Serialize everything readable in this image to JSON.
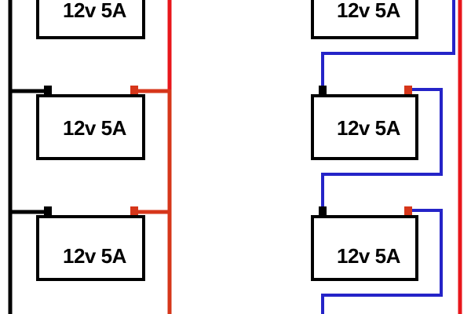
{
  "diagram": {
    "left_group": {
      "batteries": [
        {
          "label": "12v 5A"
        },
        {
          "label": "12v 5A"
        },
        {
          "label": "12v 5A"
        }
      ]
    },
    "right_group": {
      "batteries": [
        {
          "label": "12v 5A"
        },
        {
          "label": "12v 5A"
        },
        {
          "label": "12v 5A"
        }
      ]
    },
    "colors": {
      "negative_wire": "#000000",
      "positive_wire_bright": "#e8161b",
      "positive_wire": "#d6361a",
      "series_link_wire": "#2524c8",
      "positive_terminal": "#d6361a",
      "negative_terminal": "#000000",
      "battery_outline": "#000000"
    }
  }
}
